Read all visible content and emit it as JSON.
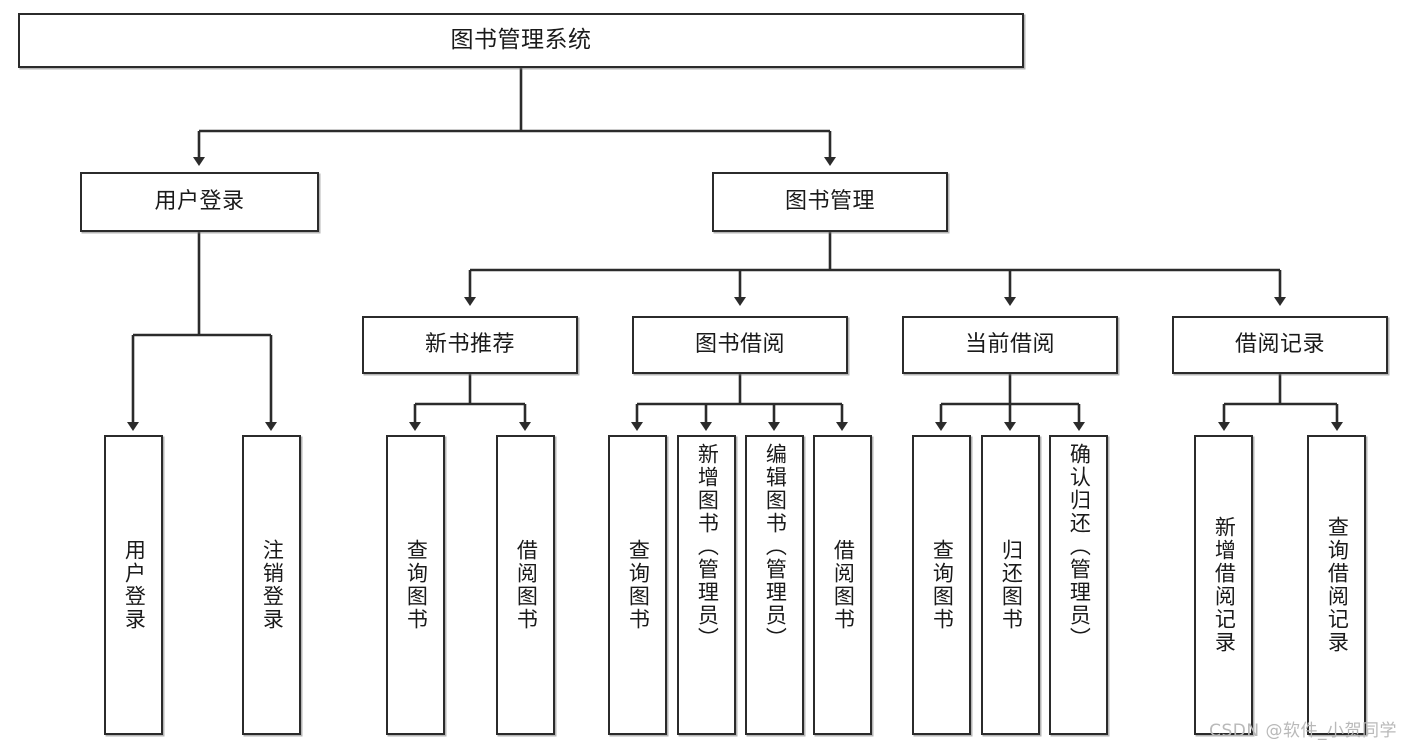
{
  "diagram": {
    "title": "图书管理系统",
    "type": "tree",
    "background_color": "#ffffff",
    "line_color": "#2b2b2b",
    "node_fill": "#ffffff",
    "text_color": "#1a1a1a"
  },
  "watermark": {
    "text": "CSDN @软件_小贺同学",
    "color": "#b9b9b9"
  },
  "nodes": {
    "root": {
      "label": "图书管理系统"
    },
    "level2": [
      {
        "label": "用户登录"
      },
      {
        "label": "图书管理"
      }
    ],
    "level3": [
      {
        "label": "新书推荐"
      },
      {
        "label": "图书借阅"
      },
      {
        "label": "当前借阅"
      },
      {
        "label": "借阅记录"
      }
    ],
    "leaves": {
      "user_login": [
        {
          "label": "用户登录"
        },
        {
          "label": "注销登录"
        }
      ],
      "new_book_recommend": [
        {
          "label": "查询图书"
        },
        {
          "label": "借阅图书"
        }
      ],
      "book_borrow": [
        {
          "label": "查询图书"
        },
        {
          "label": "新增图书（管理员）"
        },
        {
          "label": "编辑图书（管理员）"
        },
        {
          "label": "借阅图书"
        }
      ],
      "current_borrow": [
        {
          "label": "查询图书"
        },
        {
          "label": "归还图书"
        },
        {
          "label": "确认归还（管理员）"
        }
      ],
      "borrow_record": [
        {
          "label": "新增借阅记录"
        },
        {
          "label": "查询借阅记录"
        }
      ]
    }
  }
}
